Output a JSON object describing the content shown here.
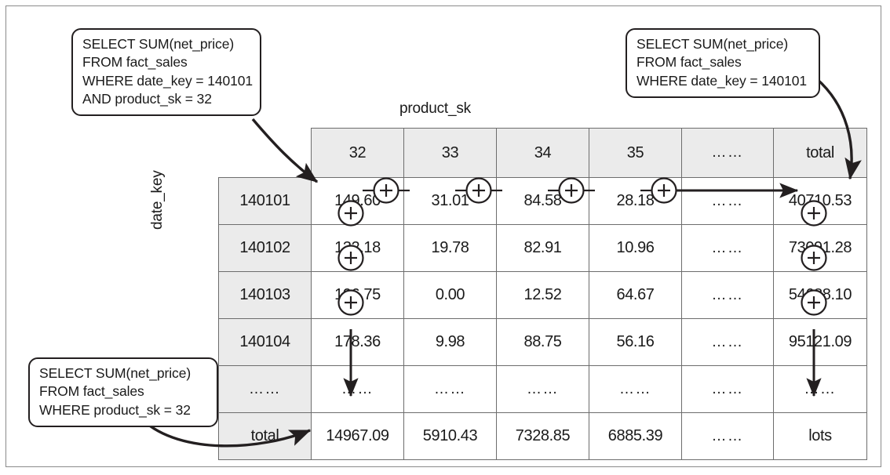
{
  "figure": {
    "axis_captions": {
      "columns": "product_sk",
      "rows": "date_key"
    }
  },
  "callouts": [
    {
      "id": "top-left",
      "lines": [
        "SELECT SUM(net_price)",
        "FROM fact_sales",
        "WHERE date_key = 140101",
        "AND product_sk = 32"
      ]
    },
    {
      "id": "top-right",
      "lines": [
        "SELECT SUM(net_price)",
        "FROM fact_sales",
        "WHERE date_key = 140101"
      ]
    },
    {
      "id": "bottom-left",
      "lines": [
        "SELECT SUM(net_price)",
        "FROM fact_sales",
        "WHERE product_sk = 32"
      ]
    }
  ],
  "table": {
    "corner_label": "",
    "column_headers": [
      "32",
      "33",
      "34",
      "35",
      "……",
      "total"
    ],
    "row_headers": [
      "140101",
      "140102",
      "140103",
      "140104",
      "……",
      "total"
    ],
    "rows": [
      [
        "149.60",
        "31.01",
        "84.58",
        "28.18",
        "……",
        "40710.53"
      ],
      [
        "132.18",
        "19.78",
        "82.91",
        "10.96",
        "……",
        "73091.28"
      ],
      [
        "196.75",
        "0.00",
        "12.52",
        "64.67",
        "……",
        "54688.10"
      ],
      [
        "178.36",
        "9.98",
        "88.75",
        "56.16",
        "……",
        "95121.09"
      ],
      [
        "……",
        "……",
        "……",
        "……",
        "……",
        "……"
      ],
      [
        "14967.09",
        "5910.43",
        "7328.85",
        "6885.39",
        "……",
        "lots"
      ]
    ]
  },
  "operators": {
    "symbol": "+",
    "row_sum_between_columns": [
      0,
      1,
      2,
      3
    ],
    "column_sum_between_rows": [
      0,
      1,
      2
    ]
  },
  "colors": {
    "header_fill": "#ebebeb",
    "grid_line": "#6d6d6d",
    "ink": "#231f20",
    "frame": "#8a8a8a",
    "background": "#ffffff"
  }
}
